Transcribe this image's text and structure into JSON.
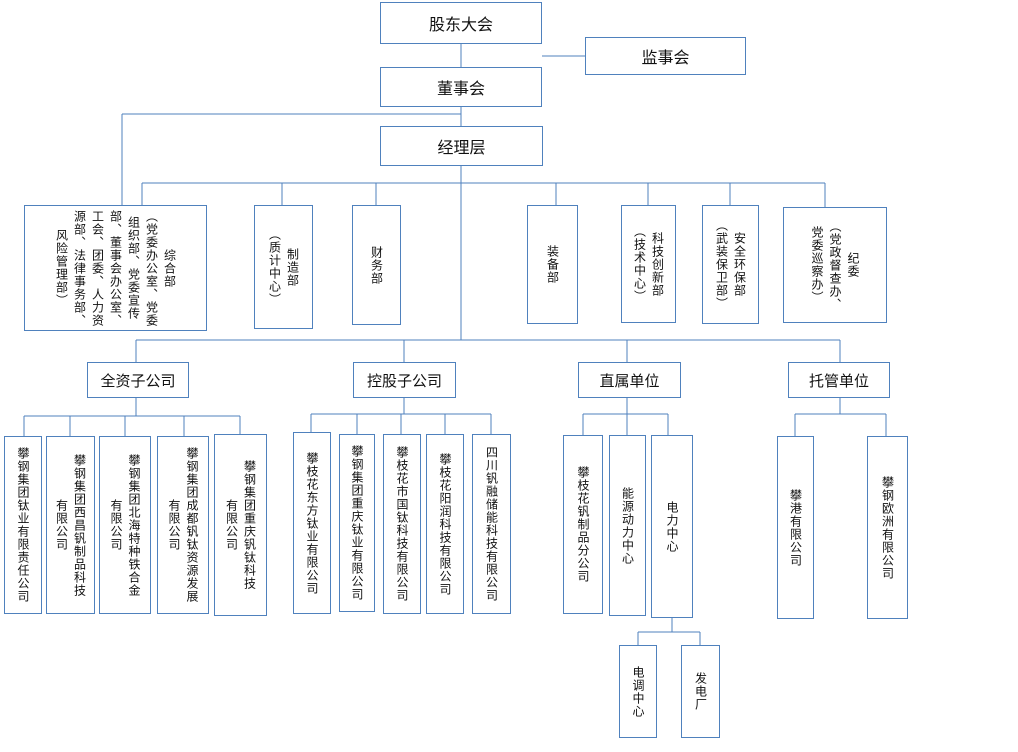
{
  "top": {
    "shareholders": "股东大会",
    "supervisors": "监事会",
    "board": "董事会",
    "management": "经理层"
  },
  "departments": [
    {
      "name": "dept-comprehensive",
      "lines": [
        "综合部",
        "（党委办公室、党委",
        "组织部、党委宣传",
        "部、董事会办公室、",
        "工会、团委、人力资",
        "源部、法律事务部、",
        "风险管理部）"
      ]
    },
    {
      "name": "dept-manufacturing",
      "lines": [
        "制造部",
        "（质计中心）"
      ]
    },
    {
      "name": "dept-finance",
      "lines": [
        "财务部"
      ]
    },
    {
      "name": "dept-equipment",
      "lines": [
        "装备部"
      ]
    },
    {
      "name": "dept-tech-innovation",
      "lines": [
        "科技创新部",
        "（技术中心）"
      ]
    },
    {
      "name": "dept-safety",
      "lines": [
        "安全环保部",
        "（武装保卫部）"
      ]
    },
    {
      "name": "dept-discipline",
      "lines": [
        "纪委",
        "（党政督查办、",
        "党委巡察办）"
      ]
    }
  ],
  "groups": [
    {
      "name": "group-wholly-owned",
      "label": "全资子公司"
    },
    {
      "name": "group-holding",
      "label": "控股子公司"
    },
    {
      "name": "group-direct",
      "label": "直属单位"
    },
    {
      "name": "group-trusteeship",
      "label": "托管单位"
    }
  ],
  "companies": [
    {
      "name": "company-titanium",
      "lines": [
        "攀钢集团钛业有限责任公司"
      ]
    },
    {
      "name": "company-xichang",
      "lines": [
        "攀钢集团西昌钒制品科技",
        "有限公司"
      ]
    },
    {
      "name": "company-beihai",
      "lines": [
        "攀钢集团北海特种铁合金",
        "有限公司"
      ]
    },
    {
      "name": "company-chengdu",
      "lines": [
        "攀钢集团成都钒钛资源发展",
        "有限公司"
      ]
    },
    {
      "name": "company-chongqing-vt",
      "lines": [
        "攀钢集团重庆钒钛科技",
        "有限公司"
      ]
    },
    {
      "name": "company-dongfang",
      "lines": [
        "攀枝花东方钛业有限公司"
      ]
    },
    {
      "name": "company-chongqing-ti",
      "lines": [
        "攀钢集团重庆钛业有限公司"
      ]
    },
    {
      "name": "company-guotai",
      "lines": [
        "攀枝花市国钛科技有限公司"
      ]
    },
    {
      "name": "company-yangrun",
      "lines": [
        "攀枝花阳润科技有限公司"
      ]
    },
    {
      "name": "company-sichuan-energy",
      "lines": [
        "四川钒融储能科技有限公司"
      ]
    },
    {
      "name": "unit-vanadium-branch",
      "lines": [
        "攀枝花钒制品分公司"
      ]
    },
    {
      "name": "unit-energy-power",
      "lines": [
        "能源动力中心"
      ]
    },
    {
      "name": "unit-power-center",
      "lines": [
        "电力中心"
      ]
    },
    {
      "name": "unit-harbor",
      "lines": [
        "攀港有限公司"
      ]
    },
    {
      "name": "unit-europe",
      "lines": [
        "攀钢欧洲有限公司"
      ]
    },
    {
      "name": "unit-dispatch",
      "lines": [
        "电调中心"
      ]
    },
    {
      "name": "unit-power-plant",
      "lines": [
        "发电厂"
      ]
    }
  ]
}
